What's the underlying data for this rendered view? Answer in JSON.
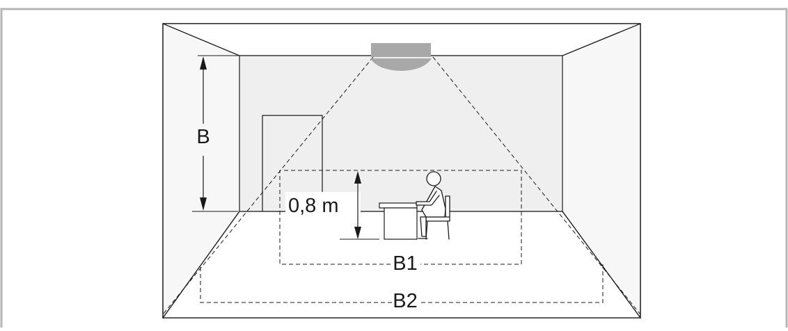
{
  "labels": {
    "height": "B",
    "desk_height": "0,8 m",
    "zone_inner": "B1",
    "zone_outer": "B2"
  },
  "colors": {
    "outer_border": "#b5b5b5",
    "back_wall": "#efefef",
    "side_walls": "#f7f7f7",
    "lines": "#1a1a1a",
    "sensor": "#a8a8a8"
  }
}
